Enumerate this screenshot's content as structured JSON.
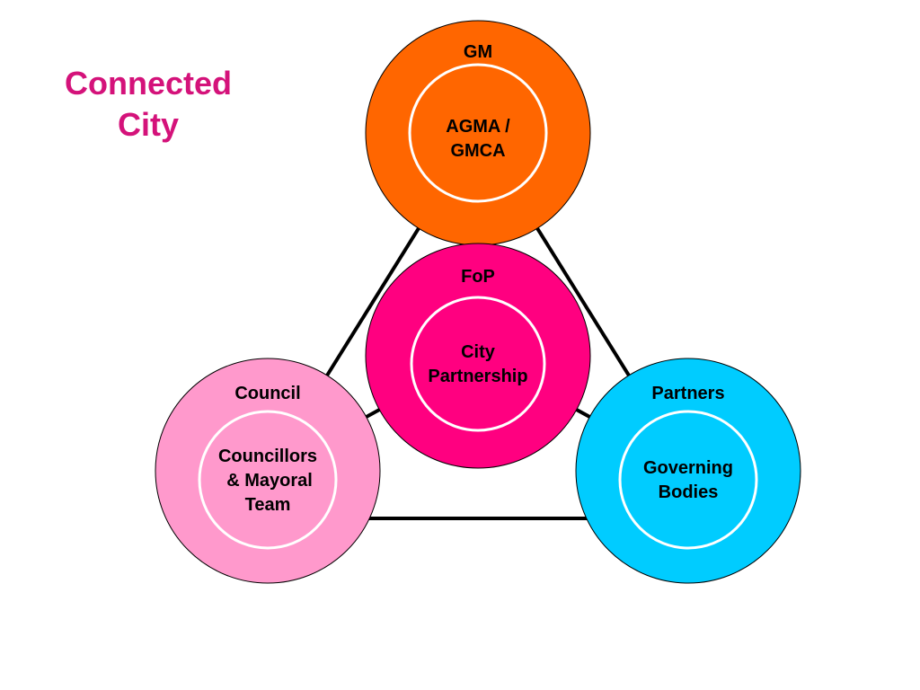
{
  "title": {
    "line1": "Connected",
    "line2": "City"
  },
  "nodes": {
    "gm": {
      "outer_label": "GM",
      "inner_lines": [
        "AGMA /",
        "GMCA"
      ],
      "color": "#ff6600"
    },
    "fop": {
      "outer_label": "FoP",
      "inner_lines": [
        "City",
        "Partnership"
      ],
      "color": "#ff0080"
    },
    "council": {
      "outer_label": "Council",
      "inner_lines": [
        "Councillors",
        "& Mayoral",
        "Team"
      ],
      "color": "#ff99cc"
    },
    "partners": {
      "outer_label": "Partners",
      "inner_lines": [
        "Governing",
        "Bodies"
      ],
      "color": "#00ccff"
    }
  },
  "colors": {
    "title": "#d4127a",
    "connector": "#000000",
    "inner_ring": "#ffffff"
  }
}
